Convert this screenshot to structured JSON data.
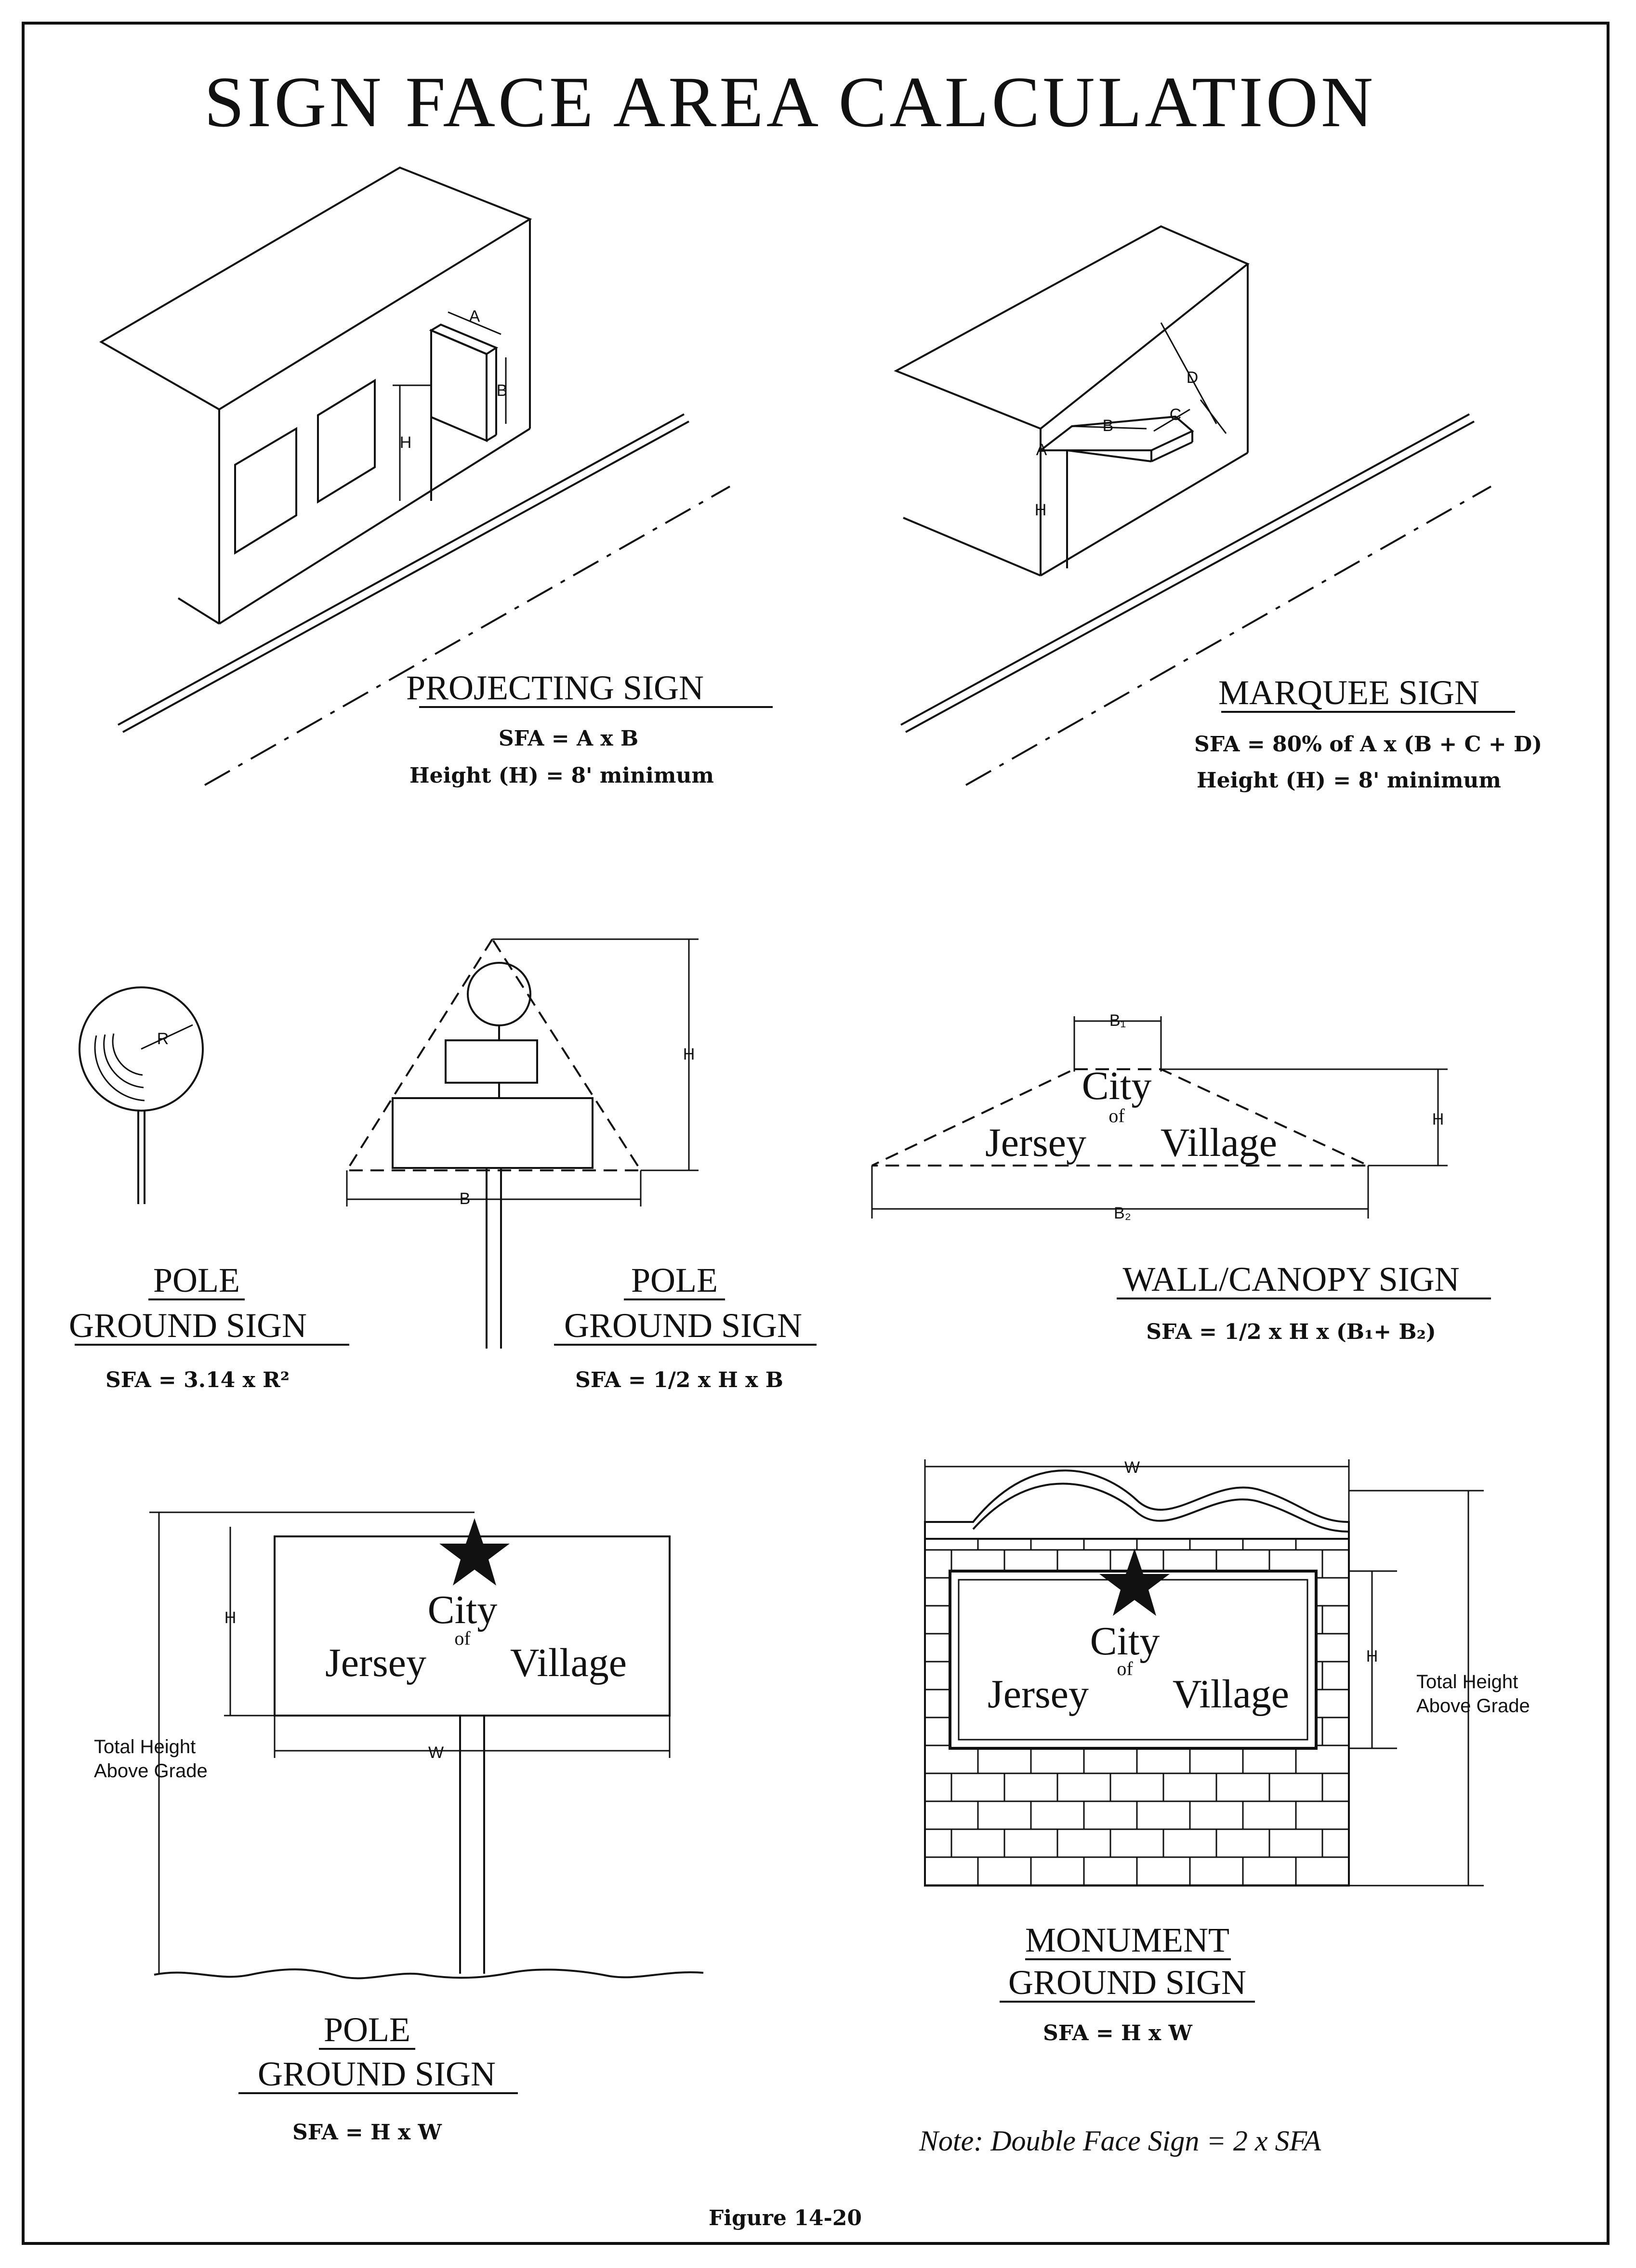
{
  "title": "SIGN FACE AREA CALCULATION",
  "projecting": {
    "caption": "PROJECTING SIGN",
    "formula": "SFA = A x B",
    "height": "Height (H) = 8' minimum",
    "labels": {
      "a": "A",
      "b": "B",
      "h": "H"
    }
  },
  "marquee": {
    "caption": "MARQUEE SIGN",
    "formula": "SFA = 80% of A x (B + C + D)",
    "height": "Height (H) = 8' minimum",
    "labels": {
      "a": "A",
      "b": "B",
      "c": "C",
      "d": "D",
      "h": "H"
    }
  },
  "pole_round": {
    "caption_line1": "POLE",
    "caption_line2": "GROUND SIGN",
    "formula": "SFA = 3.14 x R²",
    "labels": {
      "r": "R"
    }
  },
  "pole_triangle": {
    "caption_line1": "POLE",
    "caption_line2": "GROUND SIGN",
    "formula": "SFA = 1/2 x H x B",
    "labels": {
      "h": "H",
      "b": "B"
    }
  },
  "wall_canopy": {
    "caption": "WALL/CANOPY SIGN",
    "formula": "SFA = 1/2 x H x (B₁+ B₂)",
    "labels": {
      "b1": "B₁",
      "b2": "B₂",
      "h": "H"
    },
    "sign_line1": "City",
    "sign_of": "of",
    "sign_line2a": "Jersey",
    "sign_line2b": "Village"
  },
  "pole_rect": {
    "caption_line1": "POLE",
    "caption_line2": "GROUND SIGN",
    "formula": "SFA = H x W",
    "labels": {
      "h": "H",
      "w": "W"
    },
    "total_line1": "Total Height",
    "total_line2": "Above Grade",
    "sign_line1": "City",
    "sign_of": "of",
    "sign_line2a": "Jersey",
    "sign_line2b": "Village"
  },
  "monument": {
    "caption_line1": "MONUMENT",
    "caption_line2": "GROUND SIGN",
    "formula": "SFA = H x W",
    "labels": {
      "h": "H",
      "w": "W"
    },
    "total_line1": "Total Height",
    "total_line2": "Above Grade",
    "sign_line1": "City",
    "sign_of": "of",
    "sign_line2a": "Jersey",
    "sign_line2b": "Village"
  },
  "note": "Note:  Double Face Sign  =  2 x SFA",
  "figure_label": "Figure 14-20"
}
